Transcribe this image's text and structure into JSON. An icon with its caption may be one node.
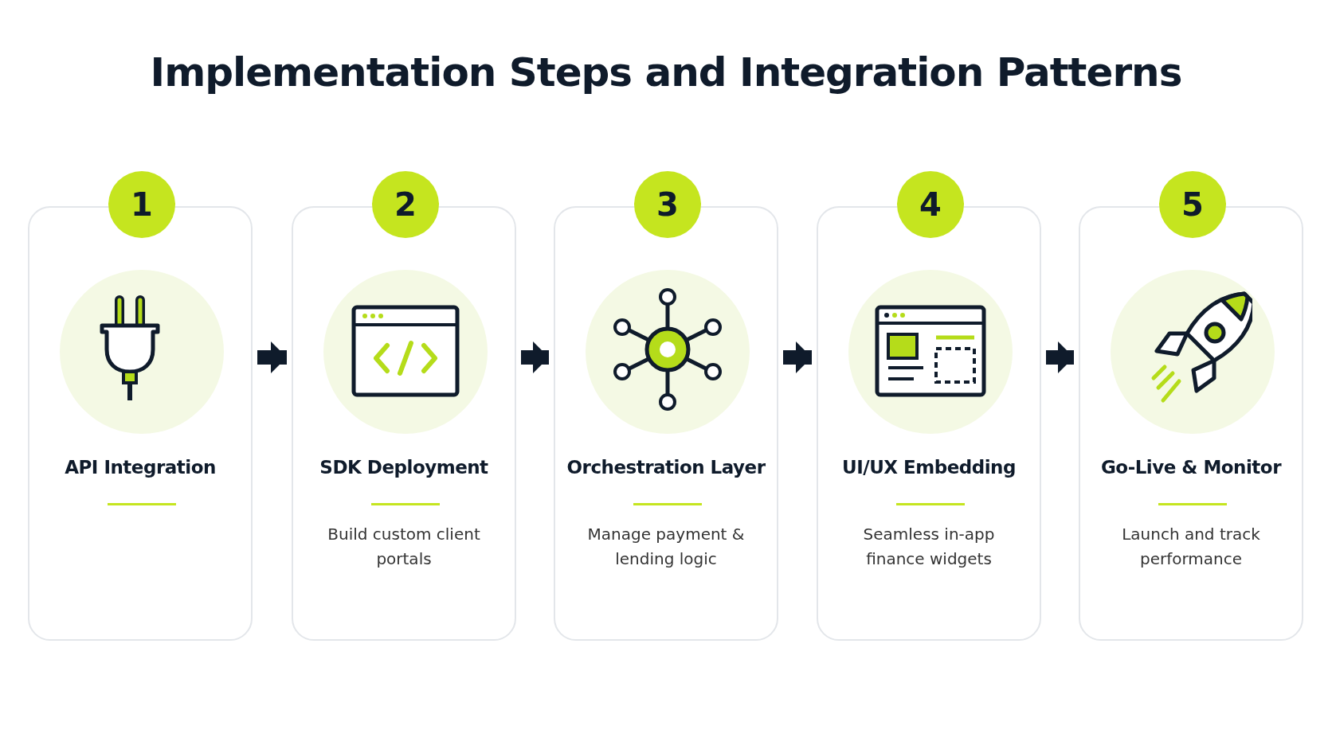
{
  "diagram": {
    "title": "Implementation Steps and Integration Patterns",
    "nodes": [
      {
        "text": [
          "1",
          "API Integration"
        ]
      },
      {
        "text": [
          "2",
          "SDK Deployment",
          "Build custom client portals"
        ]
      },
      {
        "text": [
          "3",
          "Orchestration Layer",
          "Manage payment & lending logic"
        ]
      },
      {
        "text": [
          "4",
          "UI/UX Embedding",
          "Seamless in-app finance widgets"
        ]
      },
      {
        "text": [
          "5",
          "Go-Live & Monitor",
          "Launch and track performance"
        ]
      }
    ],
    "edges": [
      {
        "from": 0,
        "to": 1,
        "arrow": "to"
      },
      {
        "from": 1,
        "to": 2,
        "arrow": "to"
      },
      {
        "from": 2,
        "to": 3,
        "arrow": "to"
      },
      {
        "from": 3,
        "to": 4,
        "arrow": "to"
      }
    ]
  }
}
